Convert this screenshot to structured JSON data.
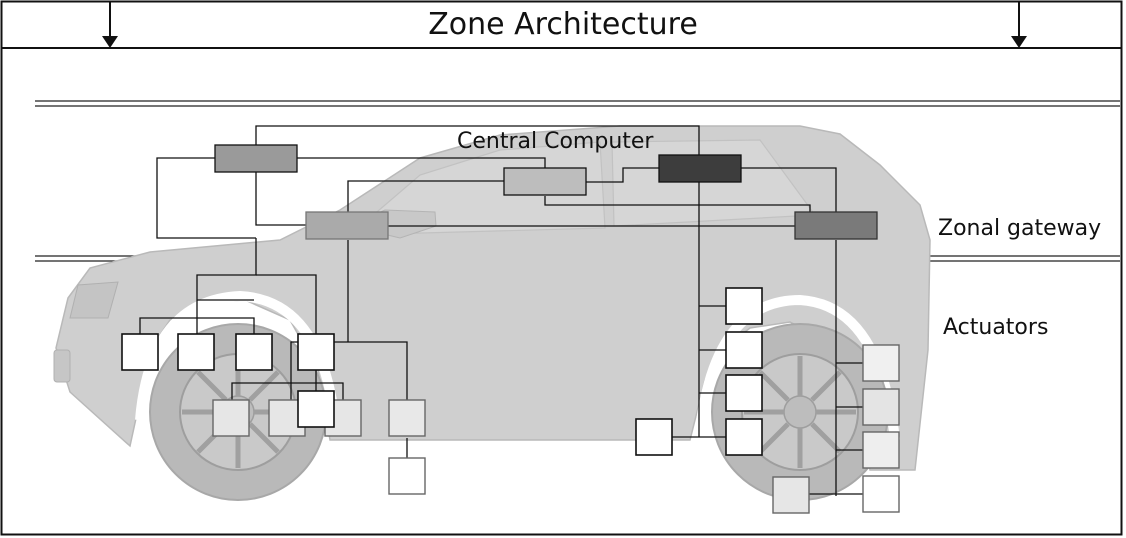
{
  "title": "Zone Architecture",
  "labels": {
    "central_computer": "Central Computer",
    "zonal_gateway": "Zonal gateway",
    "actuators": "Actuators"
  },
  "colors": {
    "car_body": "#cfcfcf",
    "wheel": "#b5b5b5",
    "central_computer": "#3d3d3d",
    "gateway_front": "#9a9a9a",
    "gateway_mid": "#bdbdbd",
    "gateway_rear": "#7a7a7a",
    "gateway_lower": "#aaaaaa",
    "line": "#111111"
  },
  "icons": {
    "left_arrow": "arrow-down-icon",
    "right_arrow": "arrow-down-icon"
  }
}
